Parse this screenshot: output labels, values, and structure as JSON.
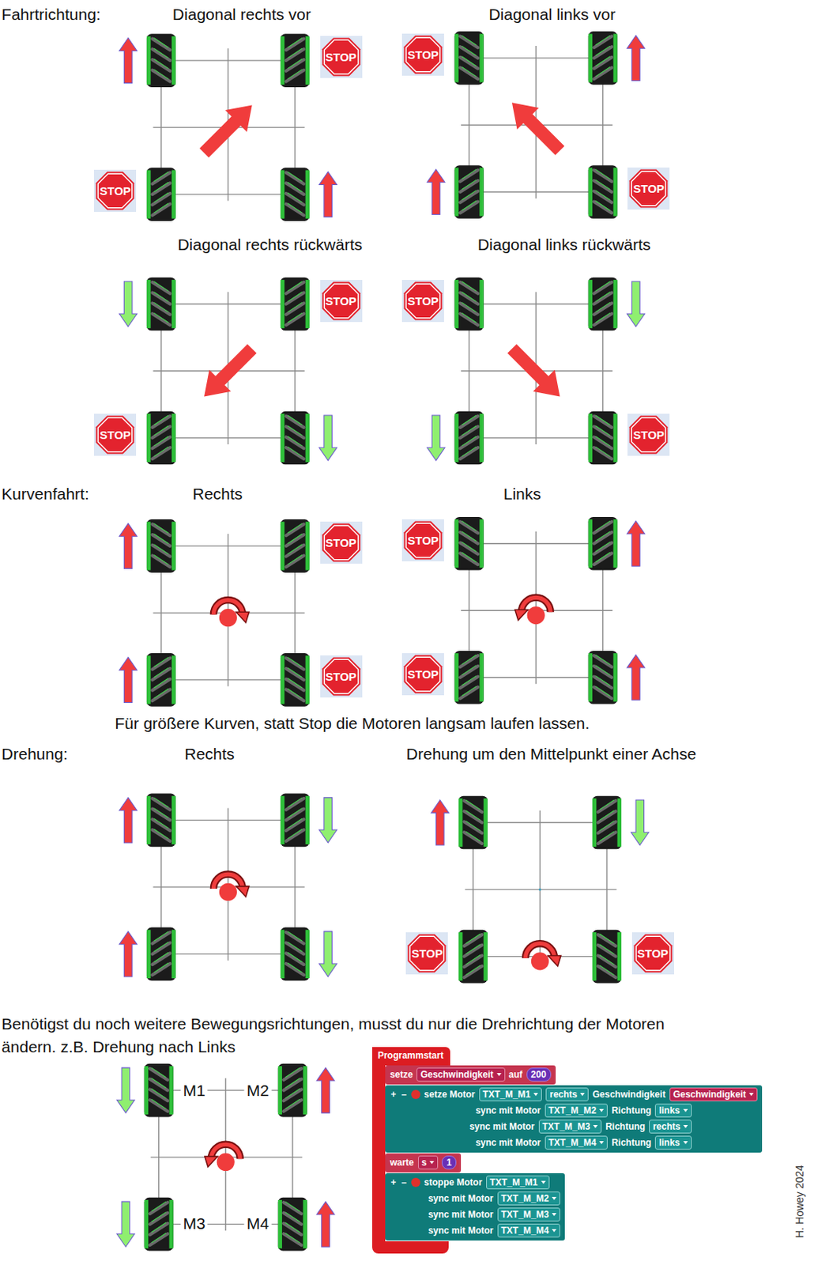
{
  "diagram": {
    "nodes": [
      {
        "text": [
          "STOP"
        ]
      },
      {
        "text": [
          "STOP"
        ]
      },
      {
        "text": [
          "STOP"
        ]
      },
      {
        "text": [
          "STOP"
        ]
      },
      {
        "text": [
          "STOP"
        ]
      },
      {
        "text": [
          "STOP"
        ]
      },
      {
        "text": [
          "STOP"
        ]
      },
      {
        "text": [
          "STOP"
        ]
      },
      {
        "text": [
          "STOP"
        ]
      },
      {
        "text": [
          "STOP"
        ]
      },
      {
        "text": [
          "STOP"
        ]
      },
      {
        "text": [
          "STOP"
        ]
      },
      {
        "text": [
          "STOP"
        ]
      },
      {
        "text": [
          "STOP"
        ]
      },
      {
        "text": [
          "Programmstart"
        ]
      },
      {
        "text": [
          "setze",
          "Geschwindigkeit",
          "auf",
          "200"
        ],
        "in": 14
      },
      {
        "text": [
          "+",
          "–",
          "setze Motor",
          "TXT_M_M1",
          "rechts",
          "Geschwindigkeit",
          "Geschwindigkeit",
          "sync mit Motor",
          "TXT_M_M2",
          "Richtung",
          "links",
          "sync mit Motor",
          "TXT_M_M3",
          "Richtung",
          "rechts",
          "sync mit Motor",
          "TXT_M_M4",
          "Richtung",
          "links"
        ],
        "in": 14
      },
      {
        "text": [
          "warte",
          "s",
          "1"
        ],
        "in": 14
      },
      {
        "text": [
          "+",
          "–",
          "stoppe Motor",
          "TXT_M_M1",
          "sync mit Motor",
          "TXT_M_M2",
          "sync mit Motor",
          "TXT_M_M3",
          "sync mit Motor",
          "TXT_M_M4"
        ],
        "in": 14
      }
    ],
    "labels": [
      "Fahrtrichtung:",
      "Diagonal rechts vor",
      "Diagonal links vor",
      "Diagonal rechts rückwärts",
      "Diagonal links rückwärts",
      "Kurvenfahrt:",
      "Rechts",
      "Links",
      "Für größere Kurven, statt Stop die Motoren langsam laufen lassen.",
      "Drehung:",
      "Rechts",
      "Drehung um den Mittelpunkt einer Achse",
      "Benötigst du noch weitere Bewegungsrichtungen, musst du nur die Drehrichtung der Motoren ändern. z.B. Drehung nach Links",
      "M1",
      "M2",
      "M3",
      "M4",
      "H. Howey 2024"
    ]
  }
}
